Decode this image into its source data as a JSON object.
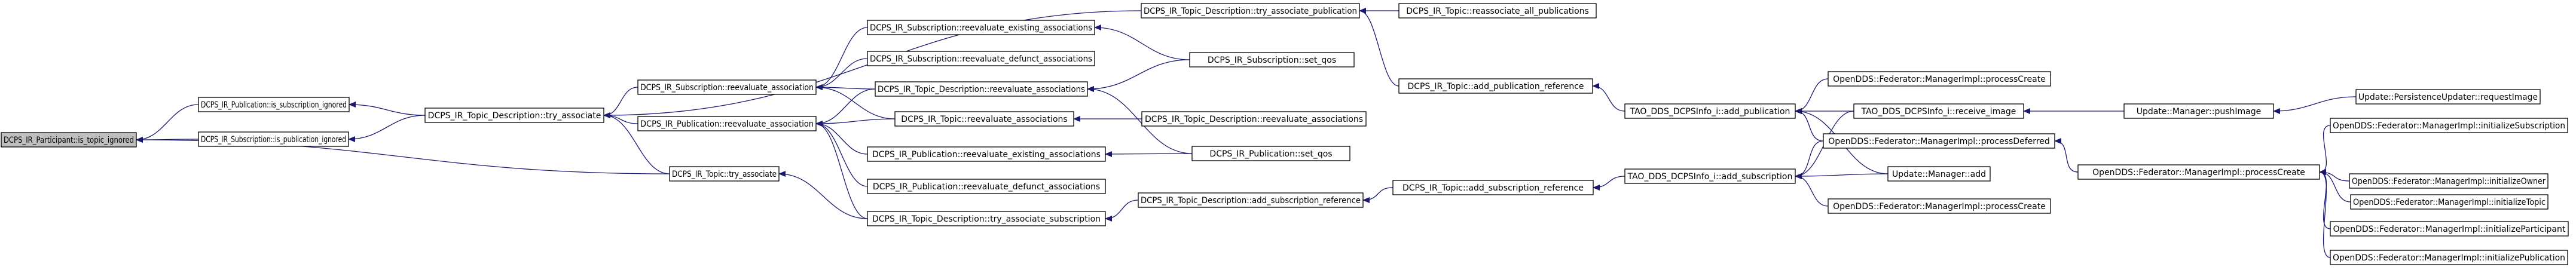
{
  "diagram": {
    "type": "call-graph",
    "edge_color": "#191970",
    "root_fill": "#bfbfbf",
    "nodes": [
      {
        "id": "n0",
        "label": "DCPS_IR_Participant::is_topic_ignored",
        "root": true
      },
      {
        "id": "n1",
        "label": "DCPS_IR_Publication::is_subscription_ignored"
      },
      {
        "id": "n2",
        "label": "DCPS_IR_Subscription::is_publication_ignored"
      },
      {
        "id": "n3",
        "label": "DCPS_IR_Topic_Description::try_associate"
      },
      {
        "id": "n4",
        "label": "DCPS_IR_Subscription::reevaluate_association"
      },
      {
        "id": "n5",
        "label": "DCPS_IR_Publication::reevaluate_association"
      },
      {
        "id": "n6",
        "label": "DCPS_IR_Topic::try_associate"
      },
      {
        "id": "n7",
        "label": "DCPS_IR_Topic_Description::try_associate_publication"
      },
      {
        "id": "n8",
        "label": "DCPS_IR_Subscription::reevaluate_existing_associations"
      },
      {
        "id": "n9",
        "label": "DCPS_IR_Subscription::reevaluate_defunct_associations"
      },
      {
        "id": "n10",
        "label": "DCPS_IR_Topic_Description::reevaluate_associations"
      },
      {
        "id": "n11",
        "label": "DCPS_IR_Topic::reevaluate_associations"
      },
      {
        "id": "n12",
        "label": "DCPS_IR_Publication::reevaluate_existing_associations"
      },
      {
        "id": "n13",
        "label": "DCPS_IR_Publication::reevaluate_defunct_associations"
      },
      {
        "id": "n14",
        "label": "DCPS_IR_Topic_Description::try_associate_subscription"
      },
      {
        "id": "n15",
        "label": "DCPS_IR_Topic::reassociate_all_publications"
      },
      {
        "id": "n16",
        "label": "DCPS_IR_Subscription::set_qos"
      },
      {
        "id": "n17",
        "label": "DCPS_IR_Topic_Description::reevaluate_associations"
      },
      {
        "id": "n18",
        "label": "DCPS_IR_Publication::set_qos"
      },
      {
        "id": "n19",
        "label": "DCPS_IR_Topic_Description::add_subscription_reference"
      },
      {
        "id": "n20",
        "label": "DCPS_IR_Topic::add_publication_reference"
      },
      {
        "id": "n21",
        "label": "DCPS_IR_Topic::add_subscription_reference"
      },
      {
        "id": "n22",
        "label": "TAO_DDS_DCPSInfo_i::add_publication"
      },
      {
        "id": "n23",
        "label": "TAO_DDS_DCPSInfo_i::add_subscription"
      },
      {
        "id": "n24",
        "label": "OpenDDS::Federator::ManagerImpl::processCreate"
      },
      {
        "id": "n25",
        "label": "TAO_DDS_DCPSInfo_i::receive_image"
      },
      {
        "id": "n26",
        "label": "OpenDDS::Federator::ManagerImpl::processDeferred"
      },
      {
        "id": "n27",
        "label": "Update::Manager::add"
      },
      {
        "id": "n28",
        "label": "OpenDDS::Federator::ManagerImpl::processCreate"
      },
      {
        "id": "n29",
        "label": "Update::Manager::pushImage"
      },
      {
        "id": "n30",
        "label": "OpenDDS::Federator::ManagerImpl::processCreate"
      },
      {
        "id": "n31",
        "label": "Update::PersistenceUpdater::requestImage"
      },
      {
        "id": "n32",
        "label": "OpenDDS::Federator::ManagerImpl::initializeSubscription"
      },
      {
        "id": "n33",
        "label": "OpenDDS::Federator::ManagerImpl::initializeTopic"
      },
      {
        "id": "n34",
        "label": "OpenDDS::Federator::ManagerImpl::initializeOwner"
      },
      {
        "id": "n35",
        "label": "OpenDDS::Federator::ManagerImpl::initializeParticipant"
      },
      {
        "id": "n36",
        "label": "OpenDDS::Federator::ManagerImpl::initializePublication"
      }
    ],
    "edges": [
      {
        "from": "n1",
        "to": "n0"
      },
      {
        "from": "n2",
        "to": "n0"
      },
      {
        "from": "n6",
        "to": "n0"
      },
      {
        "from": "n3",
        "to": "n1"
      },
      {
        "from": "n3",
        "to": "n2"
      },
      {
        "from": "n7",
        "to": "n3"
      },
      {
        "from": "n4",
        "to": "n3"
      },
      {
        "from": "n5",
        "to": "n3"
      },
      {
        "from": "n6",
        "to": "n3"
      },
      {
        "from": "n8",
        "to": "n4"
      },
      {
        "from": "n9",
        "to": "n4"
      },
      {
        "from": "n10",
        "to": "n4"
      },
      {
        "from": "n11",
        "to": "n4"
      },
      {
        "from": "n10",
        "to": "n5"
      },
      {
        "from": "n11",
        "to": "n5"
      },
      {
        "from": "n12",
        "to": "n5"
      },
      {
        "from": "n13",
        "to": "n5"
      },
      {
        "from": "n14",
        "to": "n5"
      },
      {
        "from": "n14",
        "to": "n6"
      },
      {
        "from": "n15",
        "to": "n7"
      },
      {
        "from": "n20",
        "to": "n7"
      },
      {
        "from": "n16",
        "to": "n8"
      },
      {
        "from": "n16",
        "to": "n10"
      },
      {
        "from": "n17",
        "to": "n11"
      },
      {
        "from": "n18",
        "to": "n10"
      },
      {
        "from": "n18",
        "to": "n12"
      },
      {
        "from": "n19",
        "to": "n14"
      },
      {
        "from": "n22",
        "to": "n20"
      },
      {
        "from": "n21",
        "to": "n19"
      },
      {
        "from": "n23",
        "to": "n21"
      },
      {
        "from": "n24",
        "to": "n22"
      },
      {
        "from": "n25",
        "to": "n22"
      },
      {
        "from": "n26",
        "to": "n22"
      },
      {
        "from": "n27",
        "to": "n22"
      },
      {
        "from": "n25",
        "to": "n23"
      },
      {
        "from": "n26",
        "to": "n23"
      },
      {
        "from": "n27",
        "to": "n23"
      },
      {
        "from": "n28",
        "to": "n23"
      },
      {
        "from": "n29",
        "to": "n25"
      },
      {
        "from": "n30",
        "to": "n26"
      },
      {
        "from": "n31",
        "to": "n29"
      },
      {
        "from": "n32",
        "to": "n30"
      },
      {
        "from": "n33",
        "to": "n30"
      },
      {
        "from": "n34",
        "to": "n30"
      },
      {
        "from": "n35",
        "to": "n30"
      },
      {
        "from": "n36",
        "to": "n30"
      }
    ]
  }
}
